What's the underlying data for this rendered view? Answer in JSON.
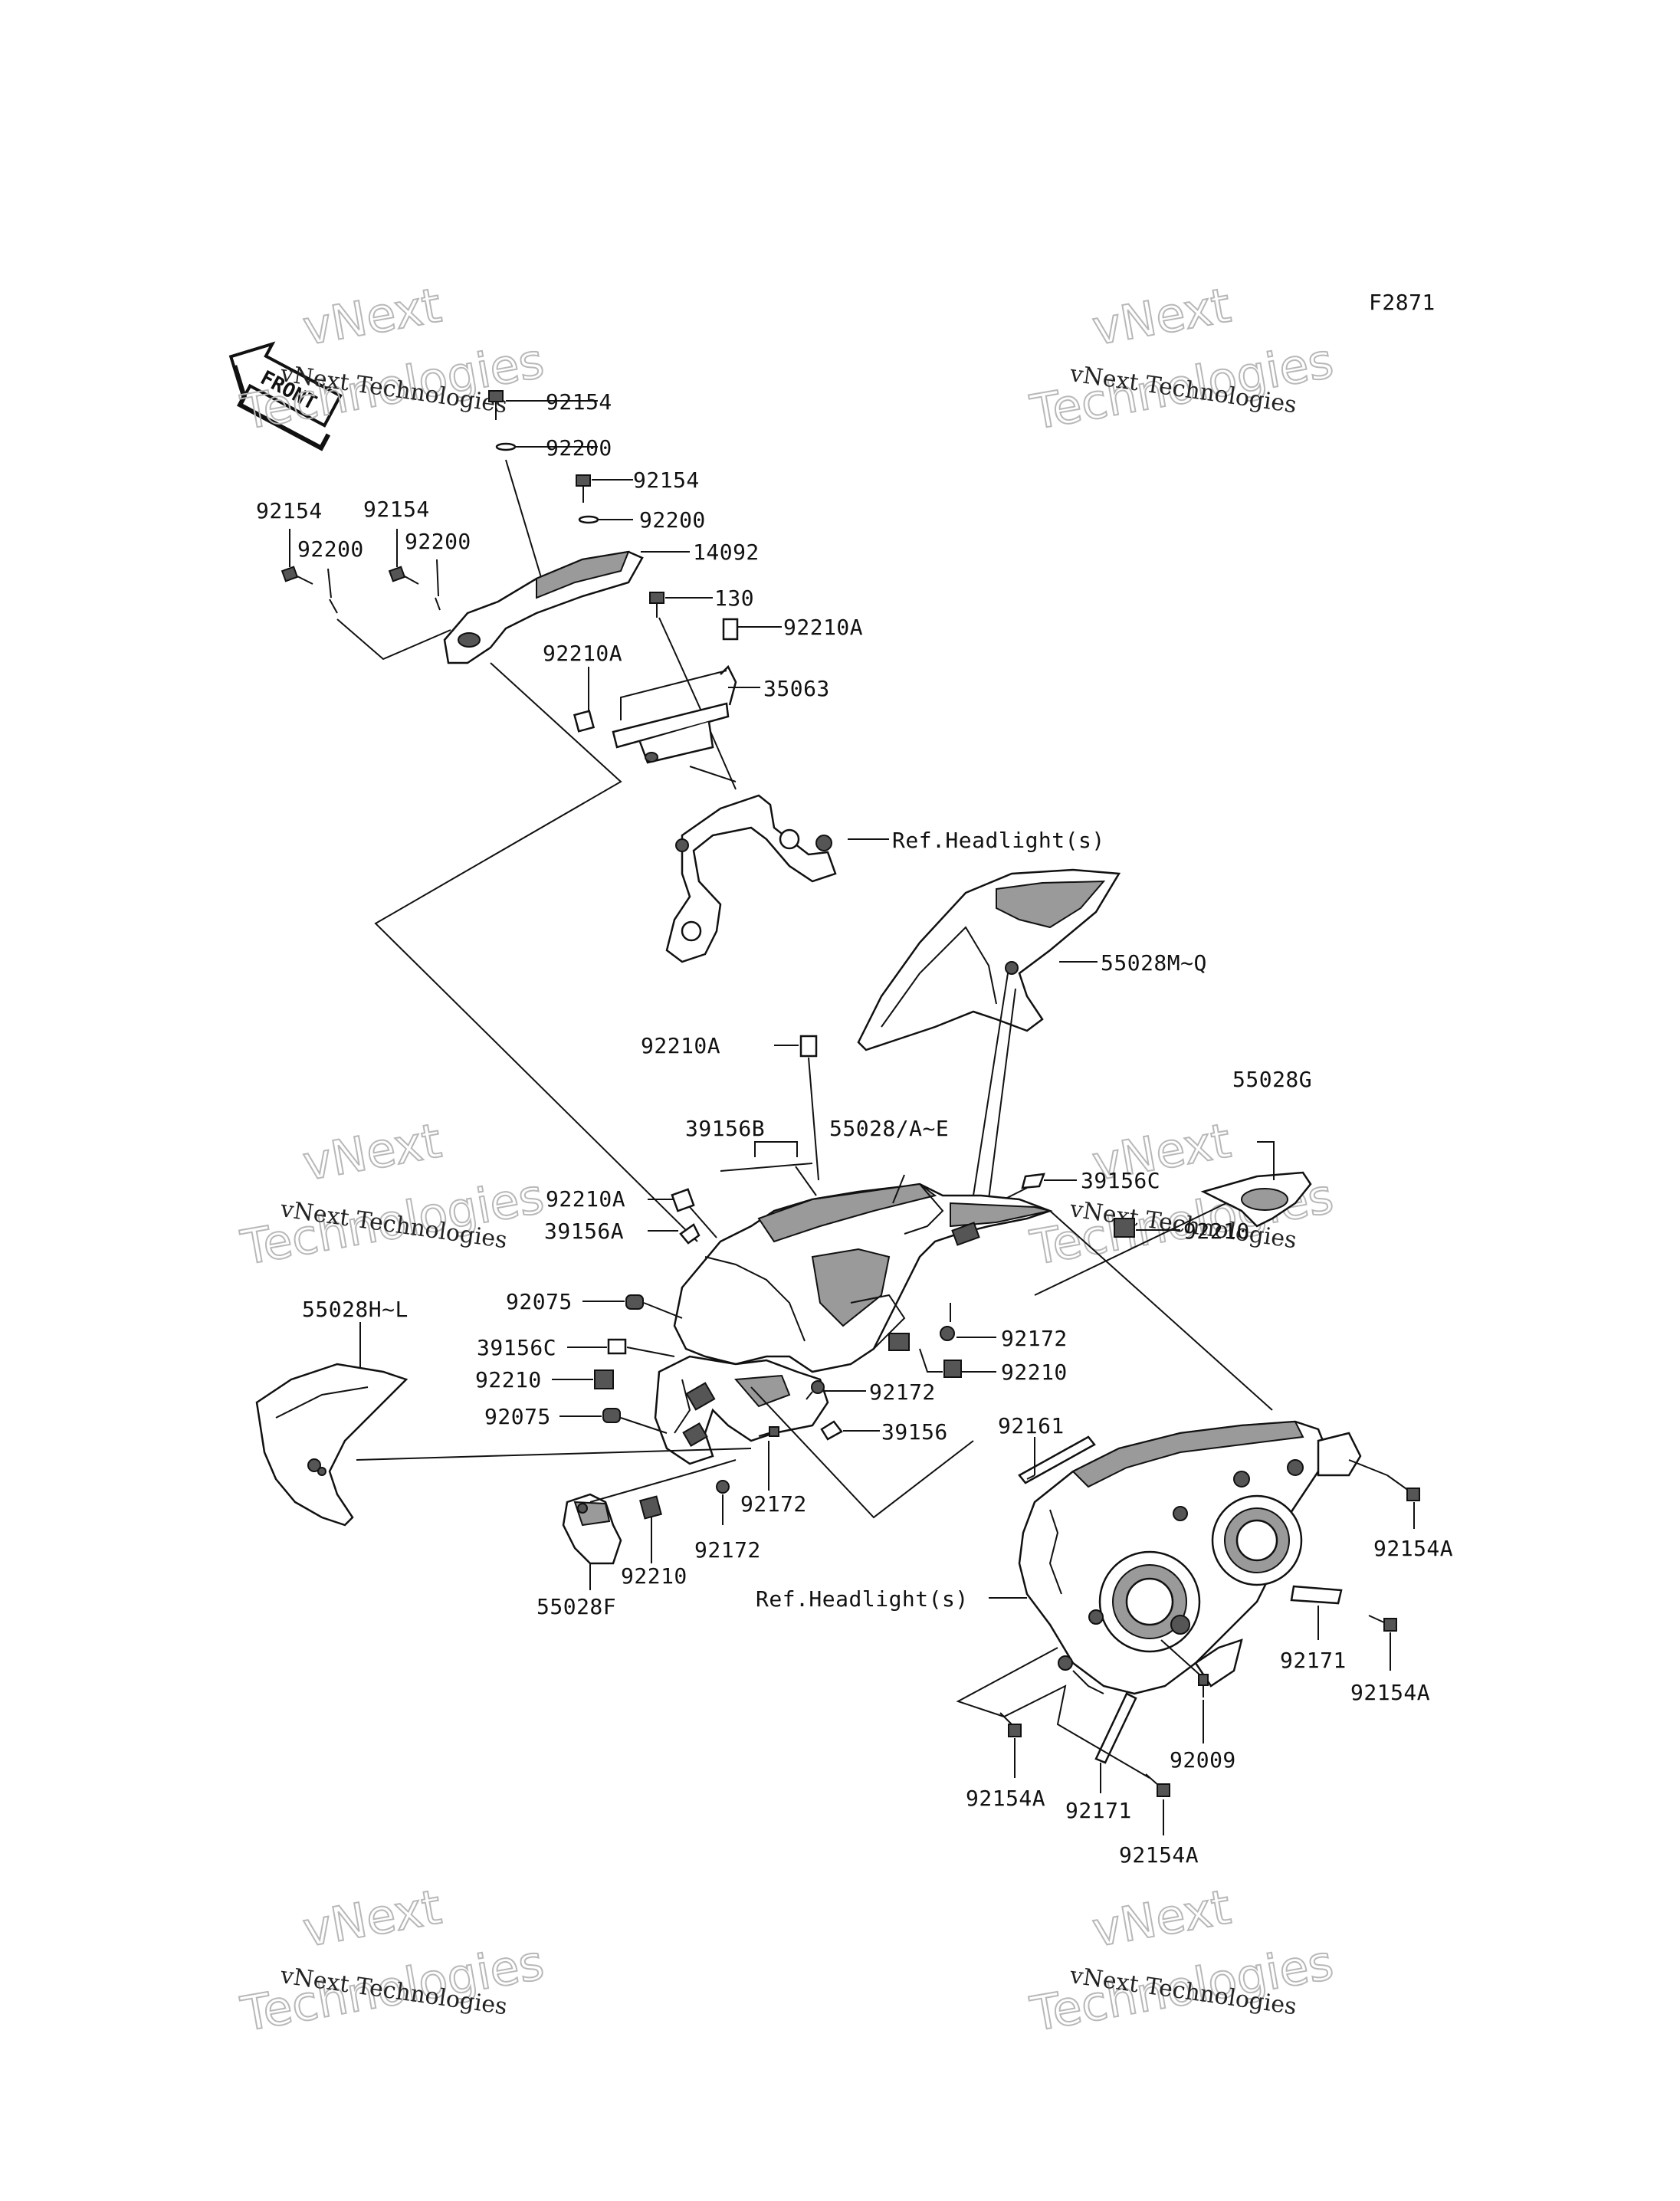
{
  "figure_code": "F2871",
  "front_badge": "FRONT",
  "watermark": {
    "line1": "vNext Technologies",
    "line2": "vNext",
    "line3": "Technologies"
  },
  "labels": {
    "p92154_a": "92154",
    "p92200_a": "92200",
    "p92154_b": "92154",
    "p92200_b": "92200",
    "p92154_c": "92154",
    "p92200_c": "92200",
    "p92154_d": "92154",
    "p92200_d": "92200",
    "p14092": "14092",
    "p130": "130",
    "p92210A_a": "92210A",
    "p92210A_b": "92210A",
    "p35063": "35063",
    "ref_headlight_top": "Ref.Headlight(s)",
    "p55028MQ": "55028M~Q",
    "p92210A_c": "92210A",
    "p55028G": "55028G",
    "p39156B": "39156B",
    "p55028AE": "55028/A~E",
    "p39156C_a": "39156C",
    "p92210A_d": "92210A",
    "p39156A": "39156A",
    "p92210_a": "92210",
    "p92075_a": "92075",
    "p55028HL": "55028H~L",
    "p92172_a": "92172",
    "p39156C_b": "39156C",
    "p92210_b": "92210",
    "p92210_c": "92210",
    "p92172_b": "92172",
    "p92075_b": "92075",
    "p39156": "39156",
    "p92161": "92161",
    "p92172_c": "92172",
    "p92172_d": "92172",
    "p92210_d": "92210",
    "p55028F": "55028F",
    "ref_headlight_bottom": "Ref.Headlight(s)",
    "p92154A_a": "92154A",
    "p92171_a": "92171",
    "p92154A_b": "92154A",
    "p92009": "92009",
    "p92154A_c": "92154A",
    "p92171_b": "92171",
    "p92154A_d": "92154A"
  }
}
